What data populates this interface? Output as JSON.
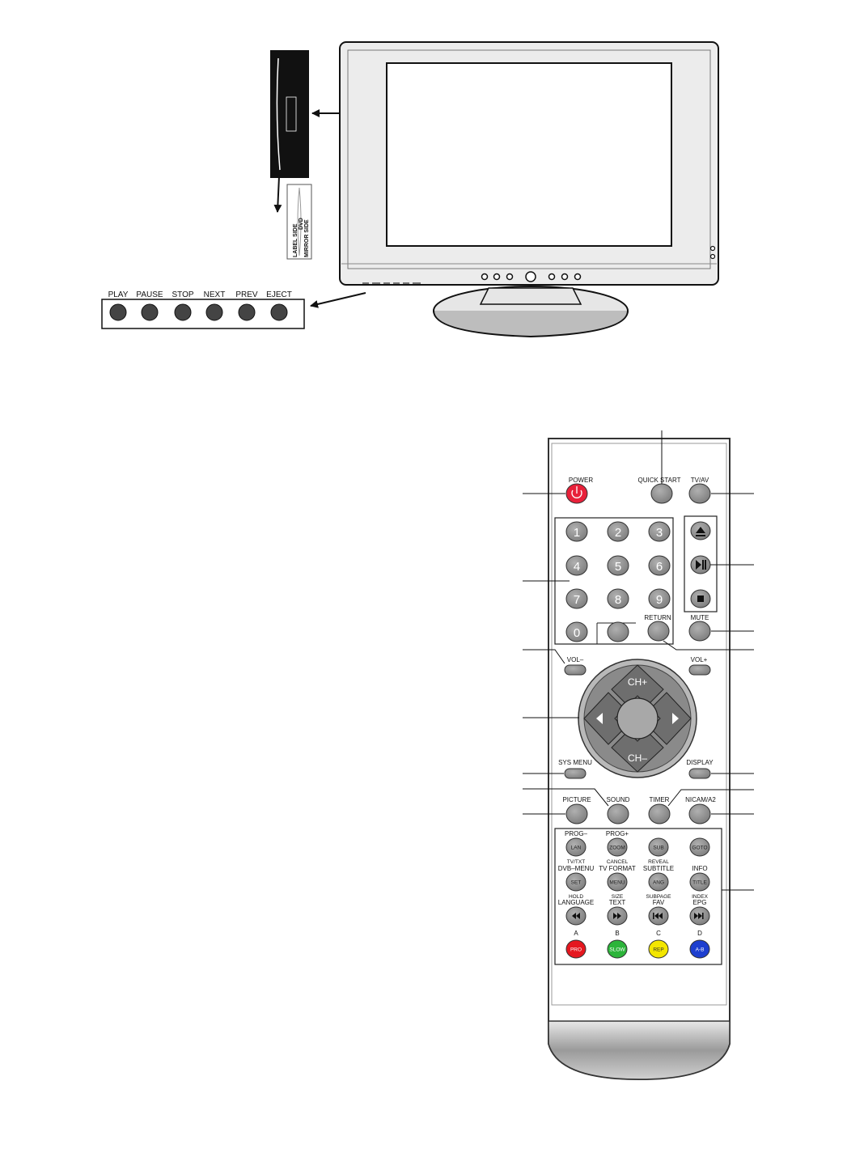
{
  "tv": {
    "disc_label_side": "LABEL SIDE",
    "disc_dvd": "DVD",
    "disc_mirror_side": "MIRROR SIDE",
    "panel_buttons": [
      "PLAY",
      "PAUSE",
      "STOP",
      "NEXT",
      "PREV",
      "EJECT"
    ]
  },
  "remote": {
    "power": "POWER",
    "quick_start": "QUICK START",
    "tv_av": "TV/AV",
    "digits": [
      "1",
      "2",
      "3",
      "4",
      "5",
      "6",
      "7",
      "8",
      "9",
      "0"
    ],
    "return": "RETURN",
    "mute": "MUTE",
    "vol_minus": "VOL–",
    "vol_plus": "VOL+",
    "ch_plus": "CH+",
    "ch_minus": "CH–",
    "sys_menu": "SYS MENU",
    "display": "DISPLAY",
    "picture": "PICTURE",
    "sound": "SOUND",
    "timer": "TIMER",
    "nicam": "NICAM/A2",
    "function_rows": [
      {
        "top": [
          "PROG–",
          "PROG+",
          "",
          ""
        ],
        "keys": [
          "LAN",
          "ZOOM",
          "SUB",
          "GOTO"
        ],
        "bottom": [
          "TV/TXT",
          "CANCEL",
          "REVEAL",
          ""
        ]
      },
      {
        "top": [
          "DVB–MENU",
          "TV FORMAT",
          "SUBTITLE",
          "INFO"
        ],
        "keys": [
          "SET",
          "MENU",
          "ANG",
          "TITLE"
        ],
        "bottom": [
          "HOLD",
          "SIZE",
          "SUBPAGE",
          "INDEX"
        ]
      },
      {
        "top": [
          "LANGUAGE",
          "TEXT",
          "FAV",
          "EPG"
        ],
        "keys": [
          "",
          "",
          "",
          ""
        ],
        "bottom": [
          "",
          "",
          "",
          ""
        ]
      }
    ],
    "color_letters": [
      "A",
      "B",
      "C",
      "D"
    ],
    "color_keys": [
      "PRO",
      "SLOW",
      "REP",
      "A-B"
    ],
    "colors": {
      "red": "#e5171f",
      "green": "#2cb43a",
      "yellow": "#f3e600",
      "blue": "#1e3fcf",
      "power": "#e8213a",
      "key": "#8c8c8c"
    }
  }
}
